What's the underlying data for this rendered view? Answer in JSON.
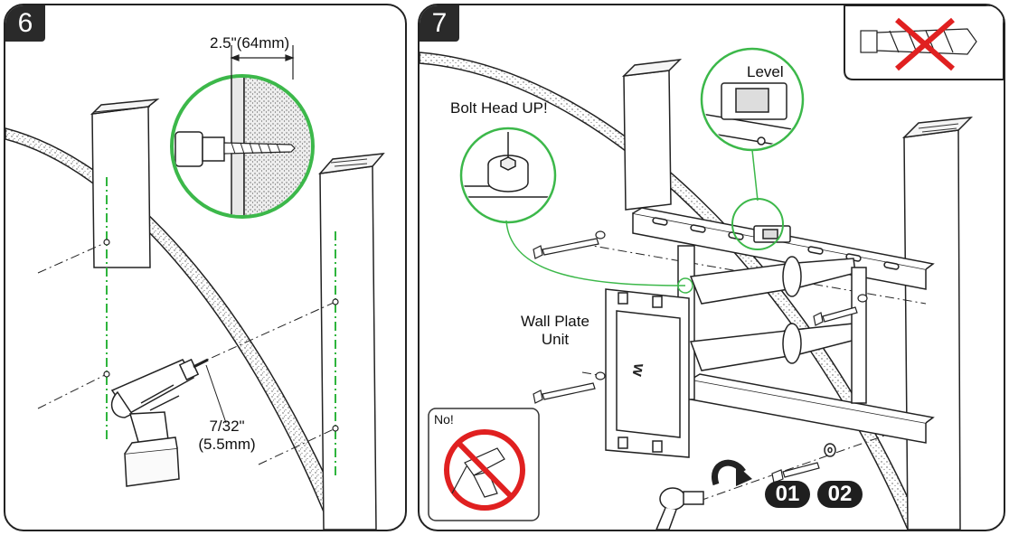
{
  "steps": {
    "step6": {
      "number": "6",
      "depth_label": "2.5\"(64mm)",
      "drill_label_line1": "7/32\"",
      "drill_label_line2": "(5.5mm)"
    },
    "step7": {
      "number": "7",
      "level_label": "Level",
      "bolt_label": "Bolt Head UP!",
      "wall_plate_line1": "Wall Plate",
      "wall_plate_line2": "Unit",
      "no_label": "No!",
      "part_01": "01",
      "part_02": "02"
    }
  },
  "colors": {
    "callout_green": "#3cb84a",
    "guide_green": "#2fb53d",
    "prohibit_red": "#e02020",
    "outline": "#222222"
  },
  "icons": [
    "drill-icon",
    "level-icon",
    "bolt-icon",
    "washer-icon",
    "ratchet-wrench-icon",
    "rotate-arrow-icon",
    "anchor-crossed-icon",
    "prohibited-drill-icon"
  ]
}
